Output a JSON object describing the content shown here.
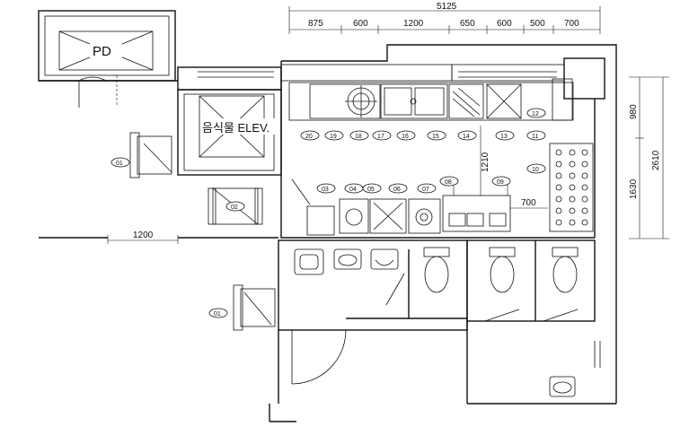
{
  "labels": {
    "pd": "PD",
    "elevator": "음식물 ELEV."
  },
  "dimensions": {
    "overall_top": "5125",
    "top_segments": [
      "875",
      "600",
      "1200",
      "650",
      "600",
      "500",
      "700"
    ],
    "right_overall": "2610",
    "right_segments": [
      "980",
      "1630"
    ],
    "counter_depth": "1210",
    "sink_width": "700",
    "corridor": "1200"
  },
  "equipment_tags": [
    "01",
    "02",
    "03",
    "04",
    "05",
    "06",
    "07",
    "08",
    "09",
    "10",
    "11",
    "12",
    "13",
    "14",
    "15",
    "16",
    "17",
    "18",
    "19",
    "20"
  ]
}
